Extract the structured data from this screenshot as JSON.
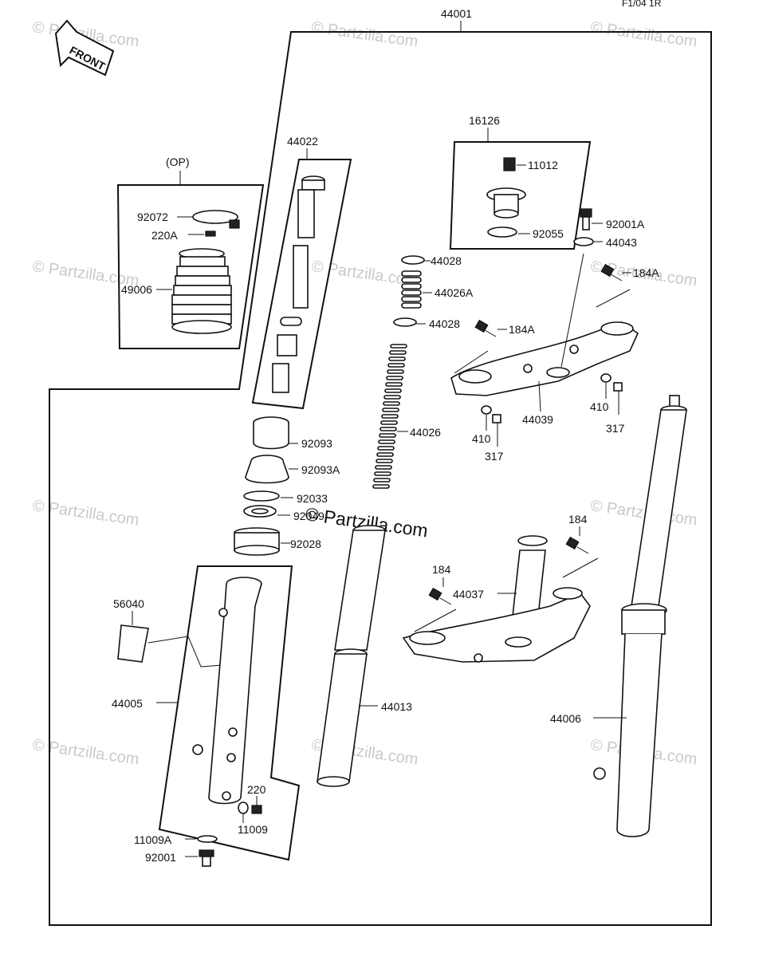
{
  "watermark": {
    "tile_text": "© Partzilla.com",
    "center_text": "© Partzilla.com"
  },
  "header": {
    "corner_code": "F1/04 1R"
  },
  "front_arrow": {
    "label": "FRONT"
  },
  "callouts": {
    "c44001": "44001",
    "c44022": "44022",
    "cop": "(OP)",
    "c92072": "92072",
    "c220a": "220A",
    "c49006": "49006",
    "c16126": "16126",
    "c11012": "11012",
    "c92055": "92055",
    "c92001a": "92001A",
    "c44043": "44043",
    "c184a_1": "184A",
    "c184a_2": "184A",
    "c44028_1": "44028",
    "c44028_2": "44028",
    "c44026a": "44026A",
    "c44039": "44039",
    "c410_1": "410",
    "c317_1": "317",
    "c410_2": "410",
    "c317_2": "317",
    "c44026": "44026",
    "c92093": "92093",
    "c92093a": "92093A",
    "c92033": "92033",
    "c92049": "92049",
    "c92028": "92028",
    "c184_1": "184",
    "c184_2": "184",
    "c44037": "44037",
    "c56040": "56040",
    "c44005": "44005",
    "c44013": "44013",
    "c44006": "44006",
    "c220": "220",
    "c11009": "11009",
    "c11009a": "11009A",
    "c92001": "92001"
  }
}
